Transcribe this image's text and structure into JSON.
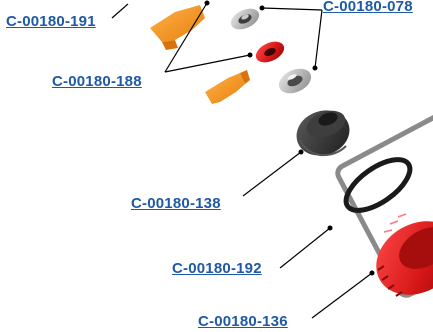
{
  "part_labels": {
    "c_00180_191": "C-00180-191",
    "c_00180_078": "C-00180-078",
    "c_00180_188": "C-00180-188",
    "c_00180_138": "C-00180-138",
    "c_00180_192": "C-00180-192",
    "c_00180_136": "C-00180-136"
  },
  "colors": {
    "link": "#1f5aa6",
    "orange_part": "#f2951f",
    "red_part": "#d91a1a",
    "grey_part": "#9a9a9a",
    "black_part": "#2e2e2e",
    "outline": "#8a8a8a"
  }
}
